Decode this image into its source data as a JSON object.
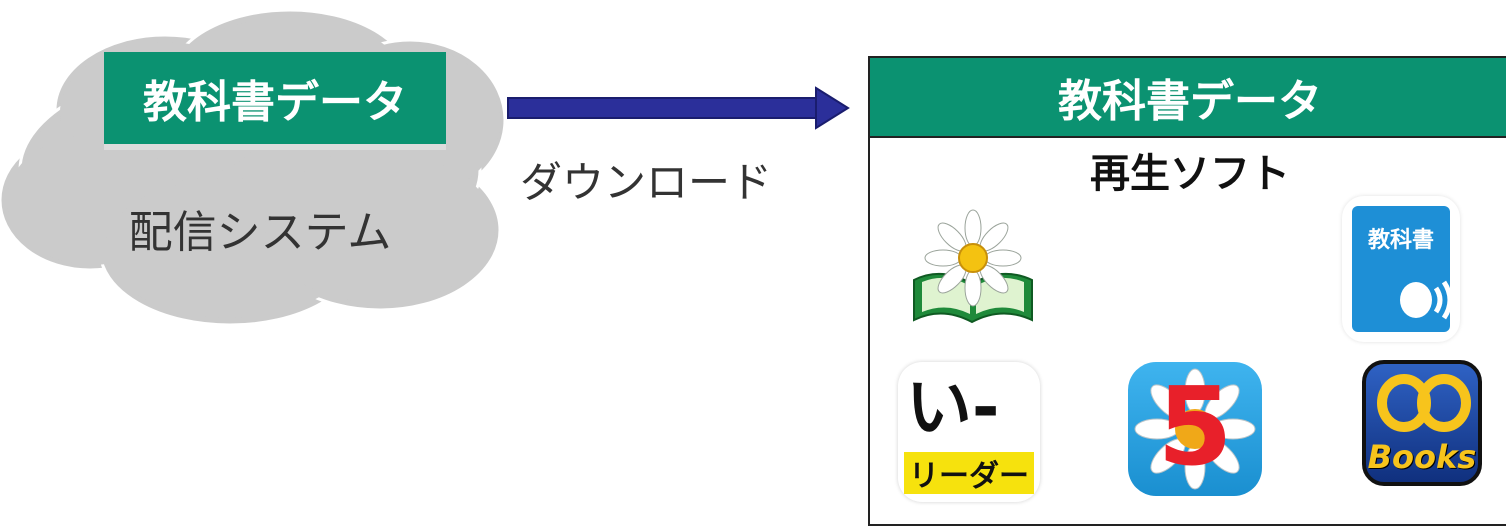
{
  "cloud": {
    "title": "教科書データ",
    "label": "配信システム"
  },
  "arrow": {
    "label": "ダウンロード",
    "color": "#2b2f9a"
  },
  "panel": {
    "title": "教科書データ",
    "subtitle": "再生ソフト"
  },
  "apps": {
    "textbook_icon_text": "教科書",
    "ireader_top": "い-",
    "ireader_band": "リーダー",
    "daisy5_number": "5",
    "books_label": "Books"
  },
  "colors": {
    "accent_green": "#0b9271",
    "cloud_gray": "#cbcbcb"
  }
}
